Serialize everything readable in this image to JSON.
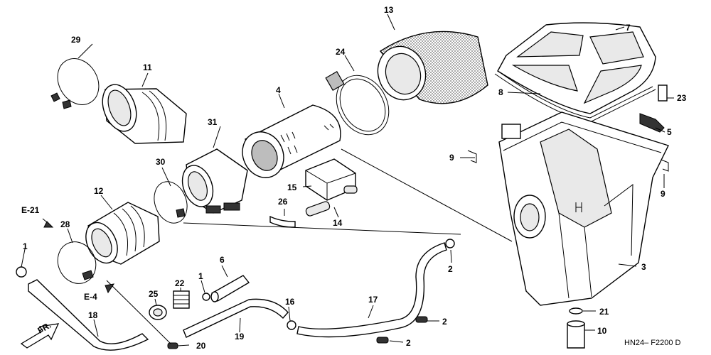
{
  "callouts": {
    "c29": "29",
    "c11": "11",
    "c13": "13",
    "c24": "24",
    "c4": "4",
    "c7": "7",
    "c8": "8",
    "c23": "23",
    "c5": "5",
    "c31": "31",
    "c30": "30",
    "c9a": "9",
    "c9b": "9",
    "c15": "15",
    "c12": "12",
    "c28": "28",
    "c26": "26",
    "c14": "14",
    "c1a": "1",
    "c2a": "2",
    "c6": "6",
    "c3": "3",
    "c22": "22",
    "c1b": "1",
    "c25": "25",
    "c16": "16",
    "c17": "17",
    "c2b": "2",
    "c21": "21",
    "c2c": "2",
    "c10": "10",
    "c18": "18",
    "c19": "19",
    "c20": "20"
  },
  "refs": {
    "e21": "E-21",
    "e4": "E-4",
    "fr": "FR."
  },
  "diagram_code": "HN24– F2200 D",
  "icons": {
    "front_arrow": "front-direction-arrow-icon"
  }
}
